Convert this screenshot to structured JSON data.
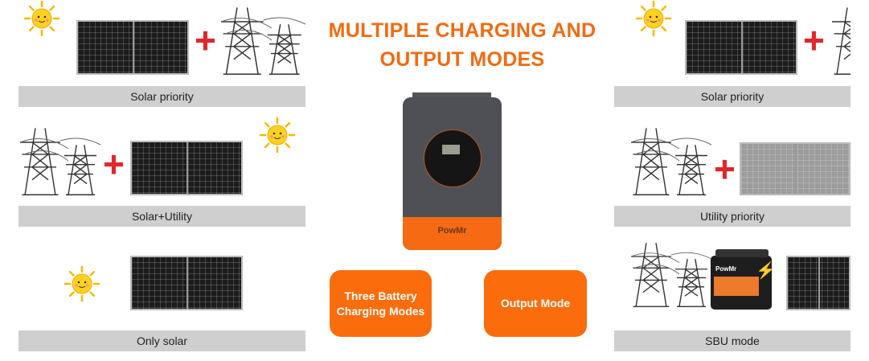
{
  "title": {
    "line1": "MULTIPLE CHARGING AND",
    "line2": "OUTPUT MODES"
  },
  "left_modes": [
    {
      "label": "Solar priority"
    },
    {
      "label": "Solar+Utility"
    },
    {
      "label": "Only solar"
    }
  ],
  "right_modes": [
    {
      "label": "Solar priority"
    },
    {
      "label": "Utility priority"
    },
    {
      "label": "SBU mode"
    }
  ],
  "inverter": {
    "brand": "PowMr"
  },
  "buttons": {
    "charging": "Three Battery Charging Modes",
    "output": "Output Mode"
  },
  "battery": {
    "brand": "PowMr"
  },
  "colors": {
    "accent": "#f26a10",
    "button": "#fb6c0c",
    "plus": "#e3262a",
    "label_bar": "#cfcfcf"
  },
  "plus_symbol": "+"
}
